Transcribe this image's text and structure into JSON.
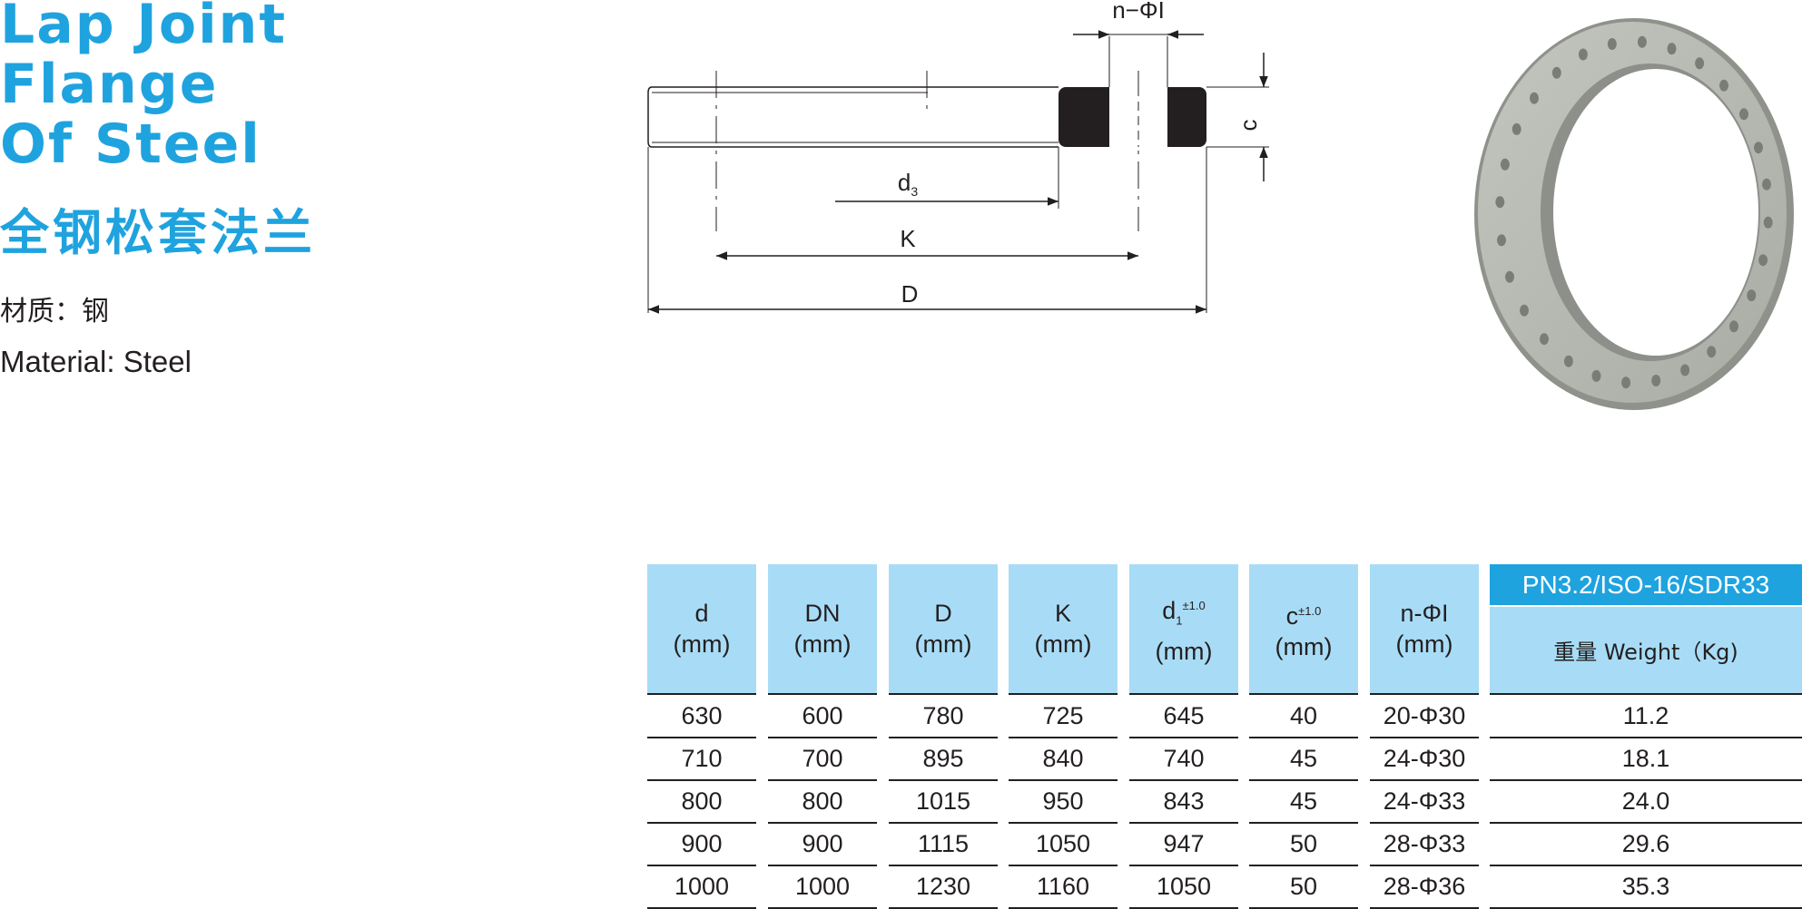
{
  "title_lines": [
    "Lap Joint",
    "Flange",
    "Of Steel"
  ],
  "cn_title": "全钢松套法兰",
  "material_cn": "材质：钢",
  "material_en": "Material: Steel",
  "drawing_labels": {
    "n_phi": "n−ΦI",
    "c": "c",
    "d3": "d",
    "d3_sub": "3",
    "k": "K",
    "d": "D"
  },
  "colors": {
    "accent": "#1fa3df",
    "header_bg": "#a8dcf6",
    "text": "#231f20"
  },
  "table": {
    "spec": "PN3.2/ISO-16/SDR33",
    "weight_header": "重量 Weight（Kg)",
    "headers": [
      {
        "main": "d",
        "unit": "(mm)"
      },
      {
        "main": "DN",
        "unit": "(mm)"
      },
      {
        "main": "D",
        "unit": "(mm)"
      },
      {
        "main": "K",
        "unit": "(mm)"
      },
      {
        "main": "d",
        "sub": "1",
        "sup": "±1.0",
        "unit": "(mm)"
      },
      {
        "main": "c",
        "sup": "±1.0",
        "unit": "(mm)"
      },
      {
        "main": "n-ΦI",
        "unit": "(mm)"
      }
    ],
    "rows": [
      [
        "630",
        "600",
        "780",
        "725",
        "645",
        "40",
        "20-Φ30",
        "11.2"
      ],
      [
        "710",
        "700",
        "895",
        "840",
        "740",
        "45",
        "24-Φ30",
        "18.1"
      ],
      [
        "800",
        "800",
        "1015",
        "950",
        "843",
        "45",
        "24-Φ33",
        "24.0"
      ],
      [
        "900",
        "900",
        "1115",
        "1050",
        "947",
        "50",
        "28-Φ33",
        "29.6"
      ],
      [
        "1000",
        "1000",
        "1230",
        "1160",
        "1050",
        "50",
        "28-Φ36",
        "35.3"
      ]
    ]
  }
}
